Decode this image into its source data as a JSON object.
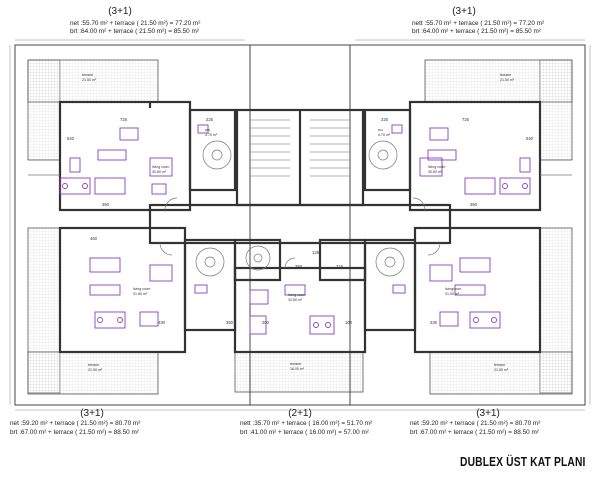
{
  "top_left": {
    "type": "(3+1)",
    "net": "net  :55.70 m² + terrace ( 21.50 m²) = 77.20 m²",
    "brt": "brt  :64.00 m² + terrace ( 21.50 m²) = 85.50 m²"
  },
  "top_right": {
    "type": "(3+1)",
    "net": "nett :55.70 m² + terrace ( 21.50 m²) = 77.20 m²",
    "brt": "brt  :64.00 m² + terrace ( 21.50 m²) = 85.50 m²"
  },
  "bottom_left": {
    "type": "(3+1)",
    "net": "net  :59.20 m² + terrace ( 21.50 m²) = 80.70 m²",
    "brt": "brt  :67.00 m² + terrace ( 21.50 m²) = 88.50 m²"
  },
  "bottom_middle": {
    "type": "(2+1)",
    "net": "nett :35.70 m² + terrace ( 16.00 m²) = 51.70 m²",
    "brt": "brt  :41.00 m² + terrace ( 16.00 m²) = 57.00 m²"
  },
  "bottom_right": {
    "type": "(3+1)",
    "net": "net  :59.20 m² + terrace ( 21.50 m²) = 80.70 m²",
    "brt": "brt  :67.00 m² + terrace ( 21.50 m²) = 88.50 m²"
  },
  "plan_title": "DUBLEX ÜST KAT PLANI",
  "room_labels": {
    "terrace_tl": "terrace",
    "terrace_tl_area": "21.50 m²",
    "terrace_tr": "terrace",
    "terrace_tr_area": "21.50 m²",
    "living_tl": "living room",
    "living_tl_area": "30.80 m²",
    "living_tr": "living room",
    "living_tr_area": "30.80 m²",
    "wc_tl": "w.c",
    "wc_tl_area": "4.70 m²",
    "wc_tr": "w.c",
    "wc_tr_area": "4.70 m²",
    "living_bl": "living room",
    "living_bl_area": "31.80 m²",
    "living_bm": "living room",
    "living_bm_area": "32.80 m²",
    "living_br": "livingroom",
    "living_br_area": "31.00 m²",
    "terrace_bl": "terrace",
    "terrace_bl_area": "21.50 m²",
    "terrace_bm": "terrace",
    "terrace_bm_area": "16.00 m²",
    "terrace_br": "terrace",
    "terrace_br_area": "21.50 m²"
  },
  "dimensions": {
    "d1": "725",
    "d2": "725",
    "d3": "225",
    "d4": "225",
    "d5": "350",
    "d6": "350",
    "d7": "540",
    "d8": "540",
    "d9": "460",
    "d10": "250",
    "d11": "125",
    "d12": "215",
    "d13": "350",
    "d14": "200",
    "d15": "100",
    "d16": "430",
    "d17": "430"
  },
  "colors": {
    "wall": "#333333",
    "furniture": "#8a3fbf",
    "terrace_hatch": "#c4c4c4",
    "thin_line": "#777777"
  }
}
